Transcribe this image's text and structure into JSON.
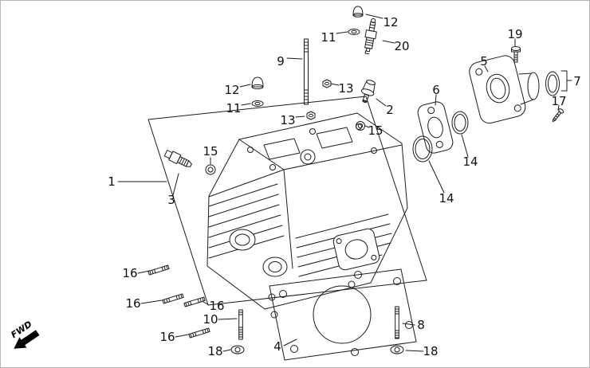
{
  "figure": {
    "fwd_label": "FWD",
    "callouts": [
      {
        "part": "sealing-cap-top",
        "label": "12"
      },
      {
        "part": "washer-top",
        "label": "11"
      },
      {
        "part": "spark-plug",
        "label": "20"
      },
      {
        "part": "stud-bolt-long",
        "label": "9"
      },
      {
        "part": "flange-bolt",
        "label": "19"
      },
      {
        "part": "intake-manifold",
        "label": "5"
      },
      {
        "part": "insulator-ring",
        "label": "7"
      },
      {
        "part": "pan-screw",
        "label": "17"
      },
      {
        "part": "sealing-cap-left",
        "label": "12"
      },
      {
        "part": "nut-upper",
        "label": "13"
      },
      {
        "part": "washer-left",
        "label": "11"
      },
      {
        "part": "valve-guide",
        "label": "2"
      },
      {
        "part": "manifold-gasket",
        "label": "6"
      },
      {
        "part": "nut-lower",
        "label": "13"
      },
      {
        "part": "o-ring-center",
        "label": "15"
      },
      {
        "part": "o-ring-small",
        "label": "14"
      },
      {
        "part": "o-ring-large",
        "label": "14"
      },
      {
        "part": "o-ring-left",
        "label": "15"
      },
      {
        "part": "cylinder-head",
        "label": "1"
      },
      {
        "part": "thermo-sensor",
        "label": "3"
      },
      {
        "part": "stud-a",
        "label": "16"
      },
      {
        "part": "stud-b",
        "label": "16"
      },
      {
        "part": "stud-c",
        "label": "16"
      },
      {
        "part": "flange-bolt-long",
        "label": "10"
      },
      {
        "part": "stud-d",
        "label": "16"
      },
      {
        "part": "cap-nut-left",
        "label": "18"
      },
      {
        "part": "head-gasket",
        "label": "4"
      },
      {
        "part": "stud-right",
        "label": "8"
      },
      {
        "part": "cap-nut-right",
        "label": "18"
      }
    ]
  }
}
